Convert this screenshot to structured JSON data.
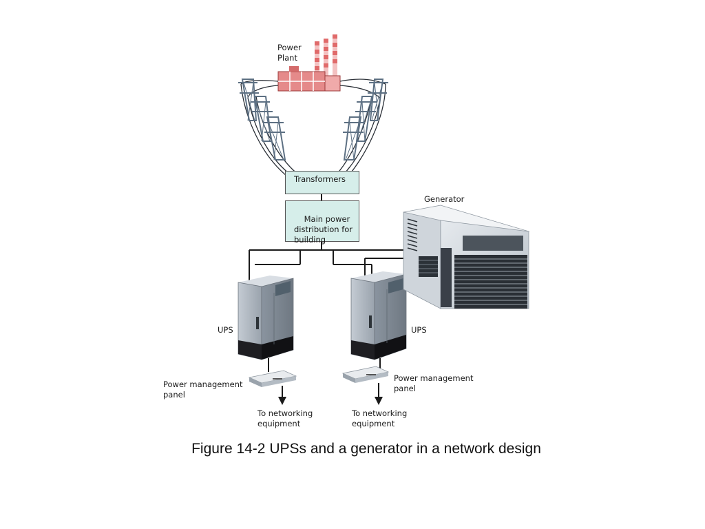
{
  "labels": {
    "power_plant": "Power\nPlant",
    "transformers": "Transformers",
    "main_power": "Main power\ndistribution for\nbuilding",
    "generator": "Generator",
    "ups_left": "UPS",
    "ups_right": "UPS",
    "pmp_left": "Power management\npanel",
    "pmp_right": "Power management\npanel",
    "to_net_left": "To networking\nequipment",
    "to_net_right": "To networking\nequipment"
  },
  "caption": "Figure 14-2 UPSs and a generator in a network design",
  "colors": {
    "box_fill": "#d6eeea",
    "line": "#1a1a1a",
    "tower": "#5d7083",
    "plant_red": "#e06a6a",
    "cabinet": "#aeb6bf",
    "cabinet_dark": "#1e1e22"
  }
}
